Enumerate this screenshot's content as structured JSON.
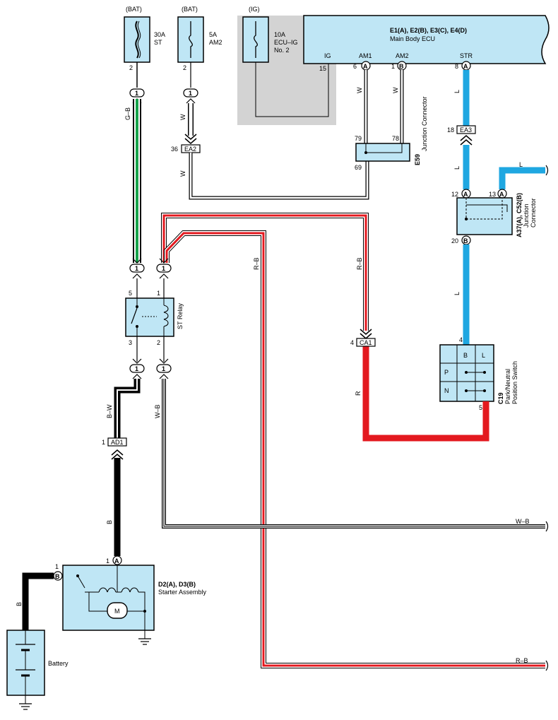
{
  "fuses": {
    "st": {
      "supply": "(BAT)",
      "rating": "30A",
      "name": "ST",
      "pin": "2",
      "joint": "1"
    },
    "am2": {
      "supply": "(BAT)",
      "rating": "5A",
      "name": "AM2",
      "pin": "2",
      "joint": "1"
    },
    "ecu_ig": {
      "supply": "(IG)",
      "rating": "10A",
      "name1": "ECU–IG",
      "name2": "No. 2"
    }
  },
  "ecu": {
    "title": "E1(A), E2(B), E3(C), E4(D)",
    "subtitle": "Main Body ECU",
    "terminals": {
      "ig": "IG",
      "am1": "AM1",
      "am2": "AM2",
      "str": "STR"
    },
    "pins": {
      "ig": "15",
      "am1": "6",
      "am2": "1",
      "str": "8"
    },
    "connectors": {
      "am1": "A",
      "am2": "B",
      "str": "A"
    }
  },
  "wire_colors": {
    "gb": "G–B",
    "w": "W",
    "rb": "R–B",
    "l": "L",
    "r": "R",
    "bw": "B–W",
    "wb": "W–B",
    "b": "B"
  },
  "connectors": {
    "ea2": {
      "code": "EA2",
      "pin": "36"
    },
    "ea3": {
      "code": "EA3",
      "pin": "18"
    },
    "ca1": {
      "code": "CA1",
      "pin": "4"
    },
    "ad1": {
      "code": "AD1",
      "pin": "1"
    }
  },
  "e59": {
    "code": "E59",
    "name": "Junction Connector",
    "pins": {
      "p79": "79",
      "p78": "78",
      "p69": "69"
    }
  },
  "jc": {
    "code": "A37(A), C52(B)",
    "name1": "Junction",
    "name2": "Connector",
    "pins": {
      "p12": "12",
      "p13": "13",
      "p20": "20"
    },
    "conn": {
      "a": "A",
      "b": "B"
    }
  },
  "relay": {
    "name": "ST Relay",
    "pins": {
      "p5": "5",
      "p1": "1",
      "p3": "3",
      "p2": "2"
    }
  },
  "joints": {
    "one": "1"
  },
  "pnp": {
    "code": "C19",
    "name1": "Park/Neutral",
    "name2": "Position Switch",
    "pin_in": "4",
    "pin_out": "5",
    "cols": {
      "b": "B",
      "l": "L"
    },
    "rows": {
      "p": "P",
      "n": "N"
    }
  },
  "starter": {
    "code": "D2(A), D3(B)",
    "name": "Starter Assembly",
    "motor": "M",
    "conn": {
      "a": "A",
      "b": "B"
    },
    "pins": {
      "a": "1",
      "b": "1"
    }
  },
  "battery": {
    "name": "Battery"
  },
  "colors": {
    "box_fill": "#bfe6f5",
    "shade": "#d3d3d3",
    "wire_red": "#e3191f",
    "wire_blue": "#1fa7e1",
    "wire_green": "#17a34a"
  }
}
